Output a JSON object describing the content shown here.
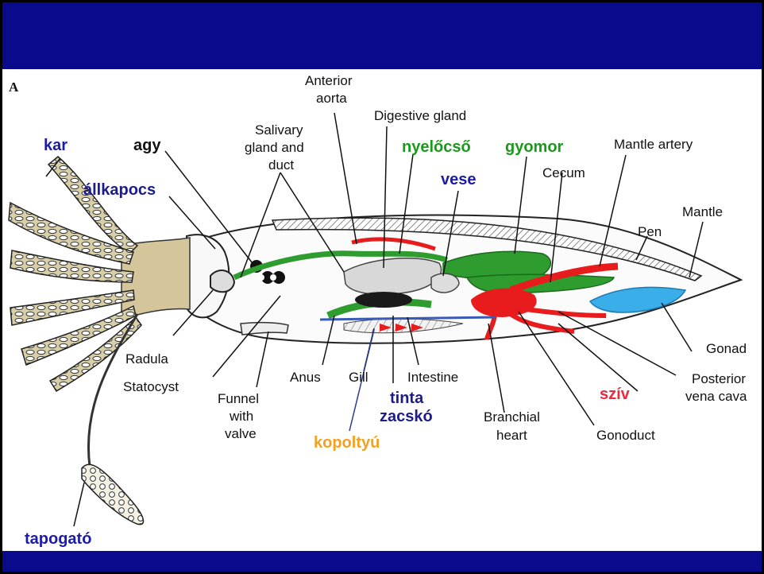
{
  "figure": {
    "panel_letter": "A",
    "english_labels": {
      "anterior_aorta": [
        "Anterior",
        "aorta"
      ],
      "digestive_gland": "Digestive gland",
      "salivary": [
        "Salivary",
        "gland and",
        "duct"
      ],
      "mantle_artery": "Mantle artery",
      "cecum": "Cecum",
      "mantle": "Mantle",
      "pen": "Pen",
      "radula": "Radula",
      "statocyst": "Statocyst",
      "funnel": [
        "Funnel",
        "with",
        "valve"
      ],
      "anus": "Anus",
      "gill": "Gill",
      "intestine": "Intestine",
      "gonad": "Gonad",
      "posterior_vena_cava": [
        "Posterior",
        "vena cava"
      ],
      "branchial_heart": [
        "Branchial",
        "heart"
      ],
      "gonoduct": "Gonoduct"
    },
    "hungarian_labels": {
      "kar": "kar",
      "agy": "agy",
      "allkapocs": "állkapocs",
      "nyelocso": "nyelőcső",
      "gyomor": "gyomor",
      "vese": "vese",
      "tinta": [
        "tinta",
        "zacskó"
      ],
      "kopoltyu": "kopoltyú",
      "sziv": "szív",
      "tapogato": "tapogató"
    },
    "colors": {
      "dark_blue": "#0a0a8c",
      "label_blue": "#1c1ca8",
      "green": "#1a9a1a",
      "red": "#ee2a3c",
      "orange": "#f4a020",
      "digestive_organs": "#2e9c2e",
      "circulatory": "#e81c1c",
      "gonad": "#3aaee8"
    }
  }
}
